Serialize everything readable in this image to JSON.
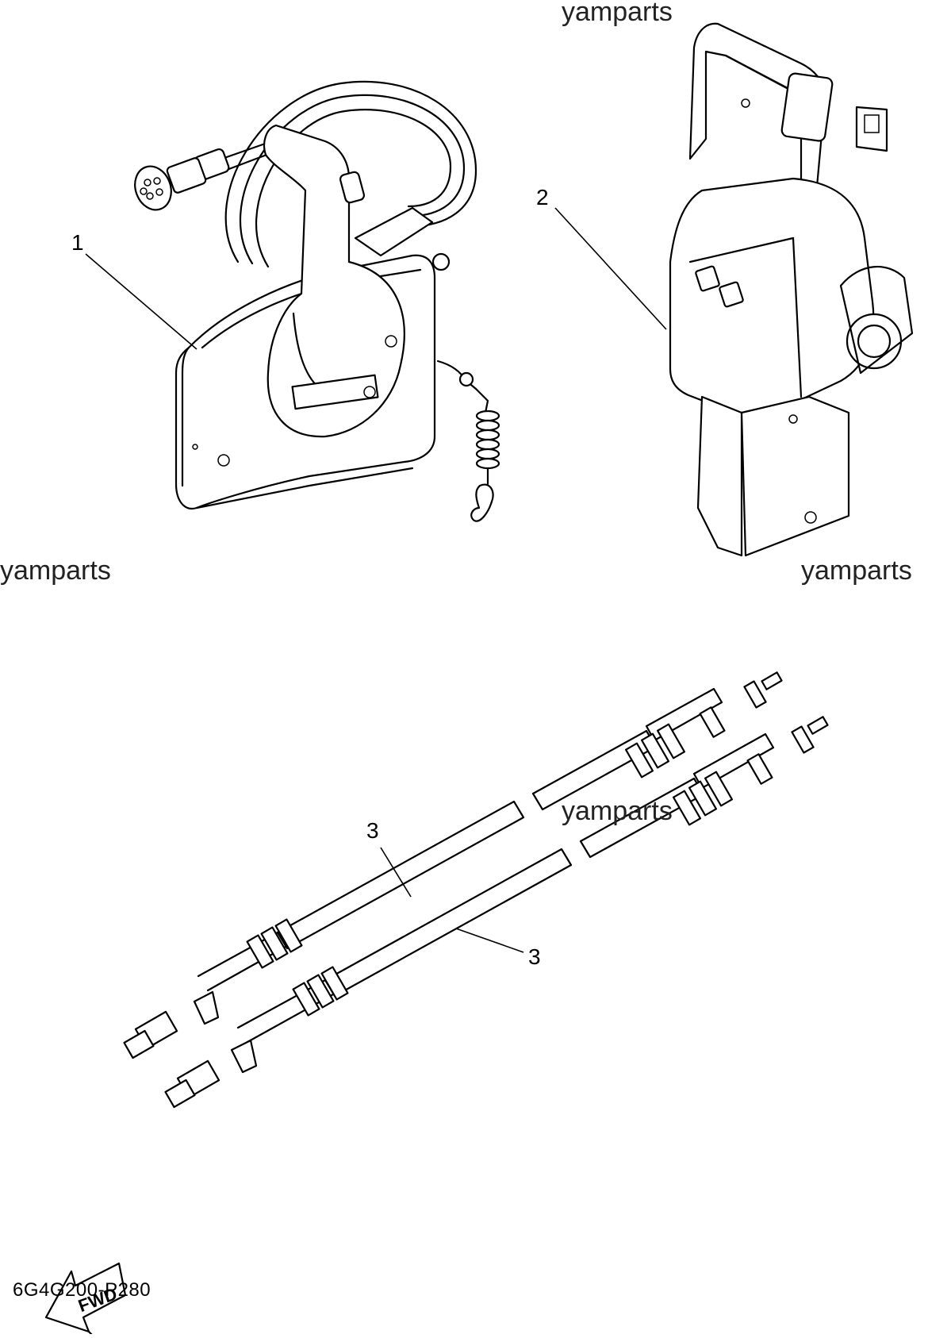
{
  "watermarks": [
    "yamparts",
    "yamparts",
    "yamparts",
    "yamparts"
  ],
  "callouts": {
    "remote_control_box": "1",
    "binnacle_control": "2",
    "cable_upper": "3",
    "cable_lower": "3"
  },
  "fwd_label": "FWD",
  "part_code": "6G4G200-P280"
}
